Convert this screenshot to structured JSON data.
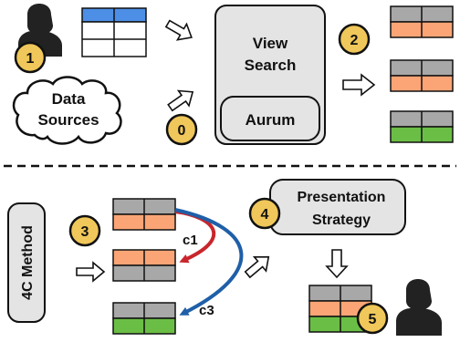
{
  "badges": {
    "one": "1",
    "zero": "0",
    "two": "2",
    "three": "3",
    "four": "4",
    "five": "5"
  },
  "boxes": {
    "view_search_line1": "View",
    "view_search_line2": "Search",
    "aurum": "Aurum",
    "data_sources_line1": "Data",
    "data_sources_line2": "Sources",
    "presentation_line1": "Presentation",
    "presentation_line2": "Strategy",
    "method": "4C Method"
  },
  "arrow_labels": {
    "c1": "c1",
    "c3": "c3"
  },
  "colors": {
    "badge": "#f0c75a",
    "header_blue": "#4d8fe6",
    "header_gray": "#a8a8a8",
    "orange": "#fba576",
    "green": "#6bbe45",
    "box_fill": "#e4e4e4",
    "red_arrow": "#c8262c",
    "blue_arrow": "#1f5fa8"
  }
}
